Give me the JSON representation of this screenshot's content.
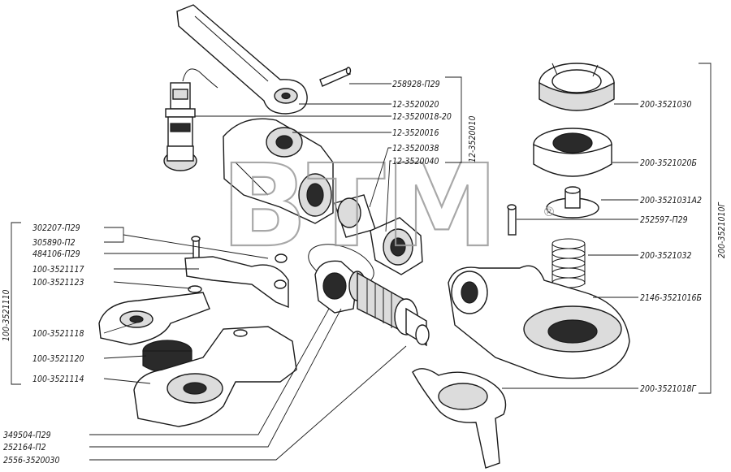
{
  "watermark": {
    "text": "BTM",
    "registered": "®"
  },
  "callouts": [
    "258928-П29",
    "12-3520020",
    "12-3520018-20",
    "12-3520016",
    "12-3520038",
    "12-3520040",
    "200-3521030",
    "200-3521020Б",
    "200-3521031А2",
    "252597-П29",
    "200-3521032",
    "2146-3521016Б",
    "200-3521018Г",
    "302207-П29",
    "305890-П2",
    "484106-П29",
    "100-3521117",
    "100-3521123",
    "100-3521118",
    "100-3521120",
    "100-3521114",
    "349504-П29",
    "252164-П2",
    "2556-3520030"
  ],
  "groups": [
    "12-3520010",
    "200-3521010Г",
    "100-3521110"
  ]
}
